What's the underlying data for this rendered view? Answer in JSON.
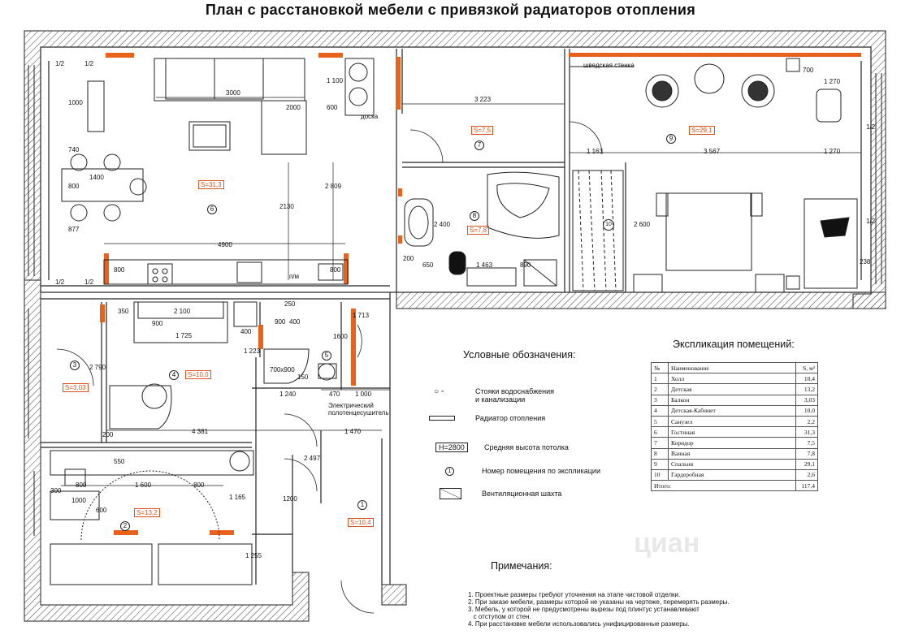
{
  "title": "План  с расстановкой  мебели  с привязкой радиаторов отопления",
  "rooms": [
    {
      "no": "1",
      "area_label": "S=10,4"
    },
    {
      "no": "2",
      "area_label": "S=13,2"
    },
    {
      "no": "3",
      "area_label": "S=3,03"
    },
    {
      "no": "4",
      "area_label": "S=10,0"
    },
    {
      "no": "5",
      "area_label": ""
    },
    {
      "no": "6",
      "area_label": "S=31,3"
    },
    {
      "no": "7",
      "area_label": "S=7,5"
    },
    {
      "no": "8",
      "area_label": "S=7,8"
    },
    {
      "no": "9",
      "area_label": "S=29,1"
    },
    {
      "no": "10",
      "area_label": ""
    }
  ],
  "plan_labels": {
    "swedish_wall": "шведская стенка",
    "board": "доска",
    "pm": "п/м",
    "shower": "700х900",
    "towel": "Электрический полотенцесушитель"
  },
  "dimensions": [
    "1/2",
    "1/2",
    "3000",
    "1 100",
    "600",
    "2000",
    "1000",
    "740",
    "1400",
    "800",
    "877",
    "2130",
    "2 809",
    "4900",
    "800",
    "800",
    "1/2",
    "1/2",
    "3 223",
    "1 163",
    "3 567",
    "1 270",
    "1 270",
    "700",
    "2 400",
    "650",
    "1 463",
    "890",
    "200",
    "2 600",
    "238",
    "350",
    "2 100",
    "900",
    "1 725",
    "400",
    "1 223",
    "900",
    "400",
    "250",
    "1600",
    "1 713",
    "150",
    "2 790",
    "1 240",
    "470",
    "1 000",
    "4 381",
    "1 470",
    "2 497",
    "550",
    "800",
    "1 600",
    "800",
    "1 165",
    "1200",
    "300",
    "1000",
    "600",
    "1 255",
    "1/2",
    "1/2",
    "200"
  ],
  "legend": {
    "title": "Условные обозначения:",
    "items": [
      {
        "symbol": "pipes",
        "text": "Стояки водоснабжения\nи канализации"
      },
      {
        "symbol": "radiator",
        "text": "Радиатор отопления"
      },
      {
        "symbol": "height",
        "symbol_text": "Н=2800",
        "text": "Средняя высота потолка"
      },
      {
        "symbol": "number",
        "symbol_text": "1",
        "text": "Номер помещения по экспликации"
      },
      {
        "symbol": "vent",
        "text": "Вентиляционная шахта"
      }
    ]
  },
  "explication": {
    "title": "Экспликация помещений:",
    "headers": [
      "№",
      "Наименование",
      "S, м²"
    ],
    "rows": [
      [
        "1",
        "Холл",
        "10,4"
      ],
      [
        "2",
        "Детская",
        "13,2"
      ],
      [
        "3",
        "Балкон",
        "3,03"
      ],
      [
        "4",
        "Детская-Кабинет",
        "10,0"
      ],
      [
        "5",
        "Санузел",
        "2,2"
      ],
      [
        "6",
        "Гостиная",
        "31,3"
      ],
      [
        "7",
        "Коридор",
        "7,5"
      ],
      [
        "8",
        "Ванная",
        "7,8"
      ],
      [
        "9",
        "Спальня",
        "29,1"
      ],
      [
        "10",
        "Гардеробная",
        "2,6"
      ]
    ],
    "total_label": "Итого:",
    "total_value": "117,4"
  },
  "notes": {
    "title": "Примечания:",
    "items": [
      "1. Проектные размеры требуют уточнения на этапе чистовой отделки.",
      "2. При заказе мебели, размеры которой не указаны на чертеже, перемерять размеры.",
      "3. Мебель, у которой не предусмотрены вырезы под плинтус устанавливают",
      "   с отступом от стен.",
      "4. При расстановке мебели использовались унифицированные размеры."
    ]
  },
  "watermark": "циан",
  "colors": {
    "radiator": "#e8621c",
    "area_label": "#d9531e",
    "wall_hatch": "#444444"
  }
}
